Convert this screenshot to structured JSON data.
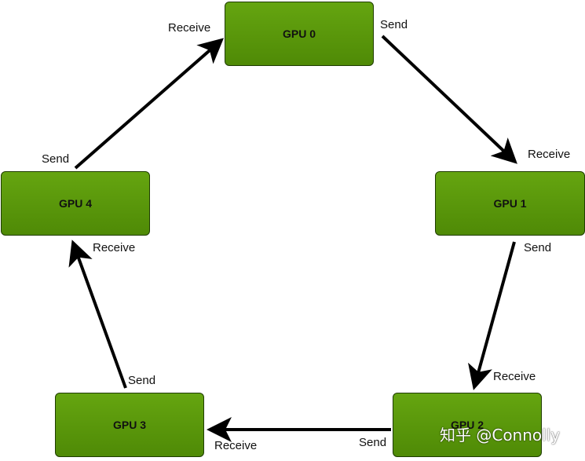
{
  "nodes": [
    {
      "label": "GPU 0"
    },
    {
      "label": "GPU 1"
    },
    {
      "label": "GPU 2"
    },
    {
      "label": "GPU 3"
    },
    {
      "label": "GPU 4"
    }
  ],
  "labels": {
    "send": "Send",
    "receive": "Receive"
  },
  "watermark": "知乎 @Connolly",
  "colors": {
    "node_fill": "#5a9a0a",
    "node_border": "#1e3c00",
    "arrow": "#000000",
    "text": "#111111"
  }
}
